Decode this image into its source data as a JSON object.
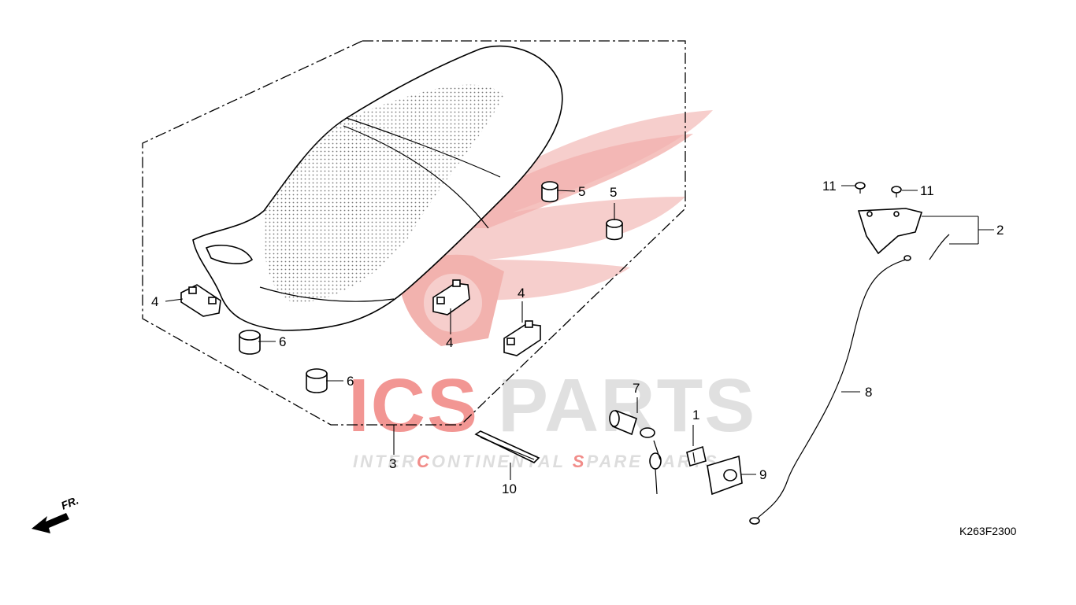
{
  "diagram_code": "K263F2300",
  "direction_label": "FR.",
  "watermark": {
    "brand_part1": "ICS",
    "brand_part2": "PARTS",
    "tagline_segments": [
      {
        "text": "INTER",
        "style": "gray"
      },
      {
        "text": "C",
        "style": "red"
      },
      {
        "text": "ONTINENTAL ",
        "style": "gray"
      },
      {
        "text": "S",
        "style": "red"
      },
      {
        "text": "PARE ",
        "style": "gray"
      },
      {
        "text": "PARTS",
        "style": "gray"
      }
    ],
    "colors": {
      "red": "#e8413c",
      "gray": "#cfcfcf",
      "light_red": "#f6c9c7"
    }
  },
  "callouts": [
    {
      "id": "c1",
      "text": "1"
    },
    {
      "id": "c2",
      "text": "2"
    },
    {
      "id": "c3",
      "text": "3"
    },
    {
      "id": "c4a",
      "text": "4"
    },
    {
      "id": "c4b",
      "text": "4"
    },
    {
      "id": "c4c",
      "text": "4"
    },
    {
      "id": "c5a",
      "text": "5"
    },
    {
      "id": "c5b",
      "text": "5"
    },
    {
      "id": "c6a",
      "text": "6"
    },
    {
      "id": "c6b",
      "text": "6"
    },
    {
      "id": "c7",
      "text": "7"
    },
    {
      "id": "c8",
      "text": "8"
    },
    {
      "id": "c9",
      "text": "9"
    },
    {
      "id": "c10",
      "text": "10"
    },
    {
      "id": "c11a",
      "text": "11"
    },
    {
      "id": "c11b",
      "text": "11"
    }
  ]
}
